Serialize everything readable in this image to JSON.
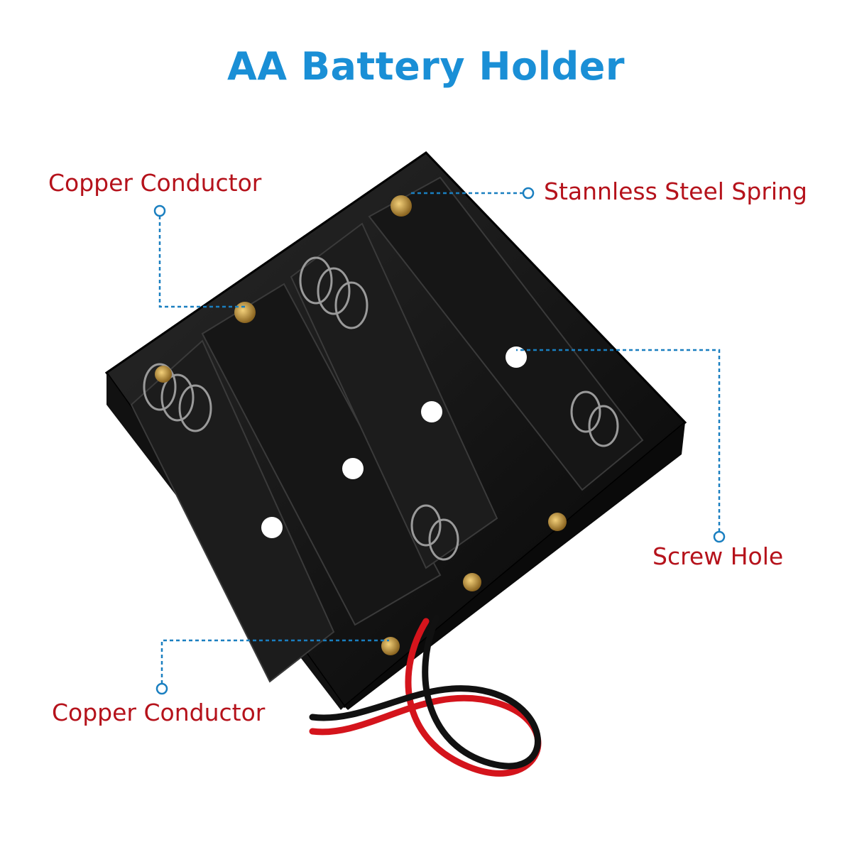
{
  "title": "AA Battery Holder",
  "labels": {
    "copper_conductor_top": "Copper Conductor",
    "spring": "Stannless Steel Spring",
    "screw_hole": "Screw Hole",
    "copper_conductor_bottom": "Copper Conductor"
  },
  "colors": {
    "title": "#1a8fd6",
    "label": "#b5121b",
    "callout": "#1a7fc0",
    "wire_red": "#d4141c",
    "wire_black": "#111111"
  }
}
